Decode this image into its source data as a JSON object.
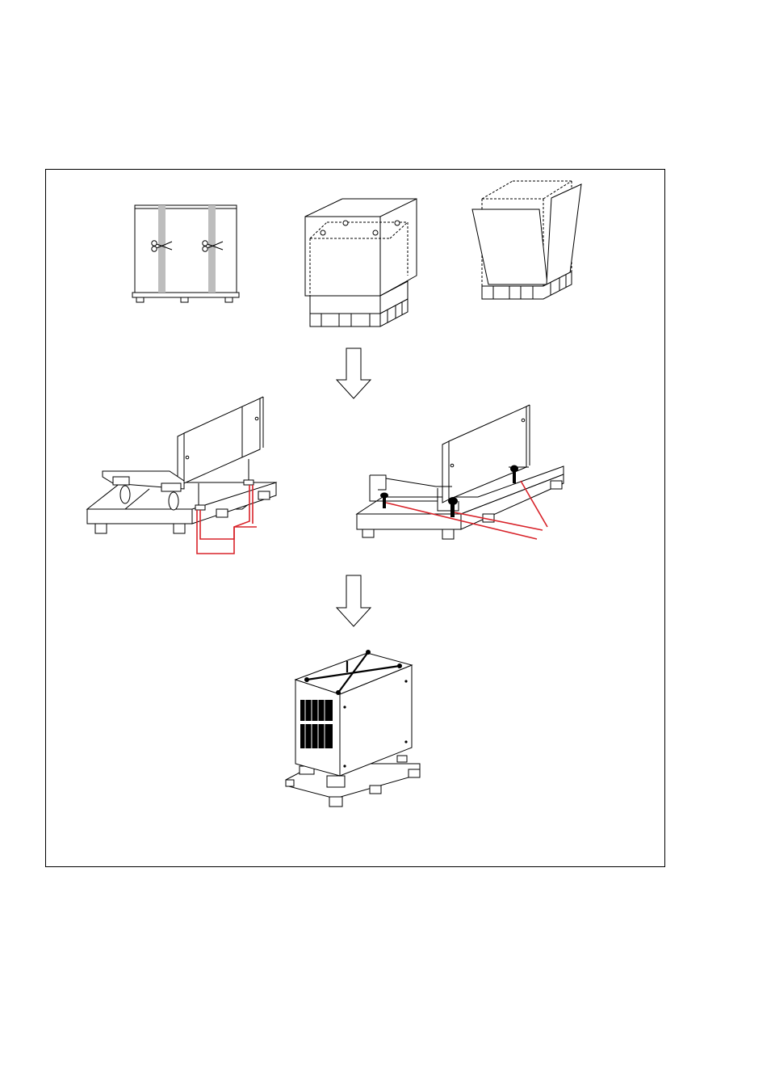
{
  "figure": {
    "title": "",
    "colors": {
      "callout": "#d8232a",
      "strap": "#bdbdbd",
      "line": "#000000"
    },
    "steps": [
      {
        "id": "cut-straps",
        "icon": "scissors-icon"
      },
      {
        "id": "lift-cover"
      },
      {
        "id": "remove-side-panels"
      },
      {
        "id": "remove-caster-brackets"
      },
      {
        "id": "remove-fixing-bolts"
      },
      {
        "id": "lift-with-eyebolts"
      }
    ],
    "arrows": [
      "down-arrow-icon",
      "down-arrow-icon"
    ]
  }
}
